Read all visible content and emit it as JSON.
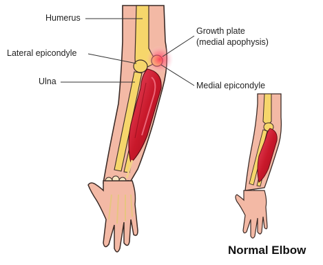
{
  "labels": {
    "humerus": "Humerus",
    "lateral_epicondyle": "Lateral epicondyle",
    "ulna": "Ulna",
    "growth_plate_line1": "Growth plate",
    "growth_plate_line2": "(medial apophysis)",
    "medial_epicondyle": "Medial epicondyle"
  },
  "caption": "Normal Elbow",
  "colors": {
    "skin": "#f3b9a5",
    "skin_outline": "#3a2a26",
    "bone": "#f6d66b",
    "muscle": "#c8182a",
    "muscle_light": "#e8425a",
    "inflammation": "#ff5a7a"
  }
}
